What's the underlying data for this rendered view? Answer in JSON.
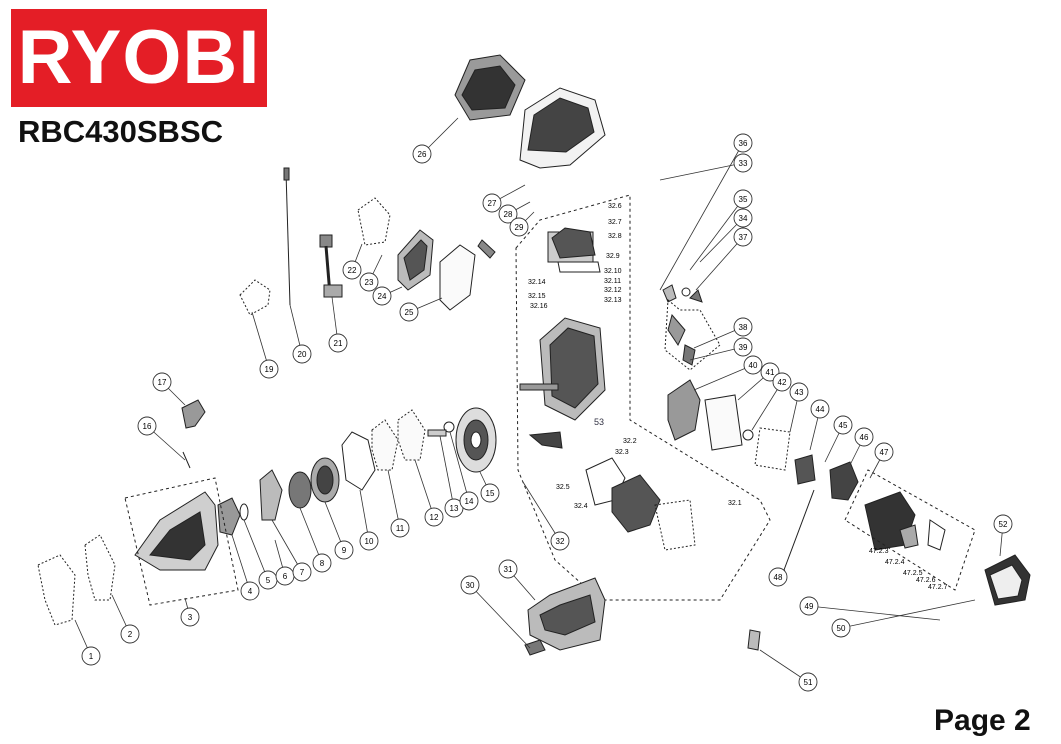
{
  "brand": {
    "name": "RYOBI",
    "color": "#e41e26"
  },
  "model": "RBC430SBSC",
  "page_label": "Page 2",
  "callouts": [
    "1",
    "2",
    "3",
    "4",
    "5",
    "6",
    "7",
    "8",
    "9",
    "10",
    "11",
    "12",
    "13",
    "14",
    "15",
    "16",
    "17",
    "19",
    "20",
    "21",
    "22",
    "23",
    "24",
    "25",
    "26",
    "27",
    "28",
    "29",
    "30",
    "31",
    "32",
    "33",
    "34",
    "35",
    "36",
    "37",
    "38",
    "39",
    "40",
    "41",
    "42",
    "43",
    "44",
    "45",
    "46",
    "47",
    "48",
    "49",
    "50",
    "51",
    "52"
  ],
  "sub_labels": [
    "32.1",
    "32.2",
    "32.3",
    "32.4",
    "32.5",
    "32.6",
    "32.7",
    "32.8",
    "32.9",
    "32.10",
    "32.11",
    "32.12",
    "32.13",
    "32.14",
    "32.15",
    "32.16",
    "47.2.3",
    "47.2.4",
    "47.2.5",
    "47.2.6",
    "47.2.7"
  ],
  "plain_labels": [
    "53"
  ]
}
